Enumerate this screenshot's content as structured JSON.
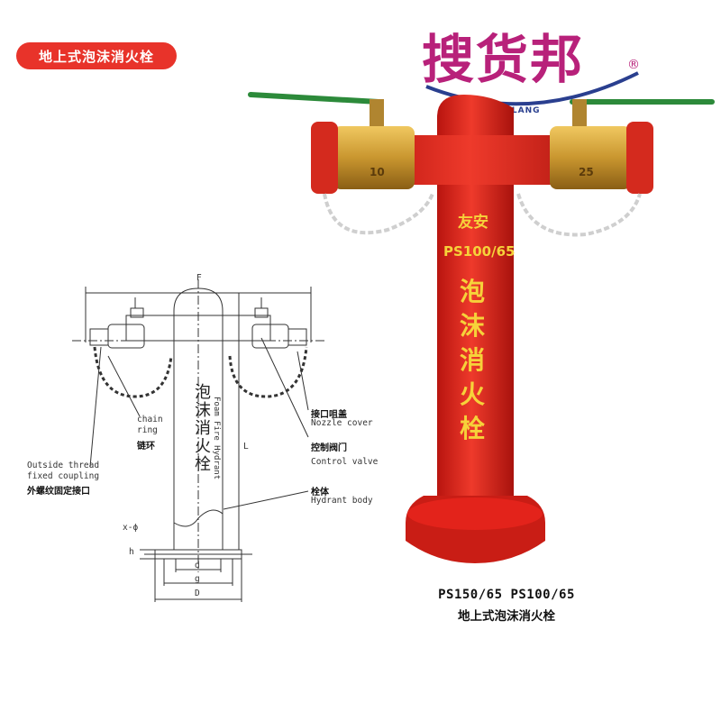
{
  "header": {
    "title": "地上式泡沫消火栓"
  },
  "brand": {
    "name": "搜货邦",
    "sub": "SOUHUOLANG",
    "reg": "®",
    "color": "#b8217a"
  },
  "diagram": {
    "dim_F": "F",
    "dim_L": "L",
    "dim_d": "d",
    "dim_g": "g",
    "dim_D": "D",
    "dim_h": "h",
    "dim_x": "x-ϕ",
    "body_cn": "泡沫消火栓",
    "body_en": "Foam Fire Hydrant",
    "labels": {
      "chain_en1": "chain",
      "chain_en2": "ring",
      "chain_cn": "链环",
      "thread_en1": "Outside thread",
      "thread_en2": "fixed coupling",
      "thread_cn": "外螺纹固定接口",
      "cover_cn": "接口咀盖",
      "cover_en": "Nozzle cover",
      "valve_cn": "控制阀门",
      "valve_en": "Control valve",
      "body_part_cn": "栓体",
      "body_part_en": "Hydrant body"
    }
  },
  "photo": {
    "maker": "友安",
    "model": "PS100/65",
    "name": "泡沫消火栓",
    "valve_left": "10",
    "valve_right": "25",
    "colors": {
      "body": "#e3231b",
      "brass": "#c9962f",
      "handle": "#2c8a3a",
      "text": "#f6d23a"
    }
  },
  "caption": {
    "models": "PS150/65  PS100/65",
    "name": "地上式泡沫消火栓"
  }
}
